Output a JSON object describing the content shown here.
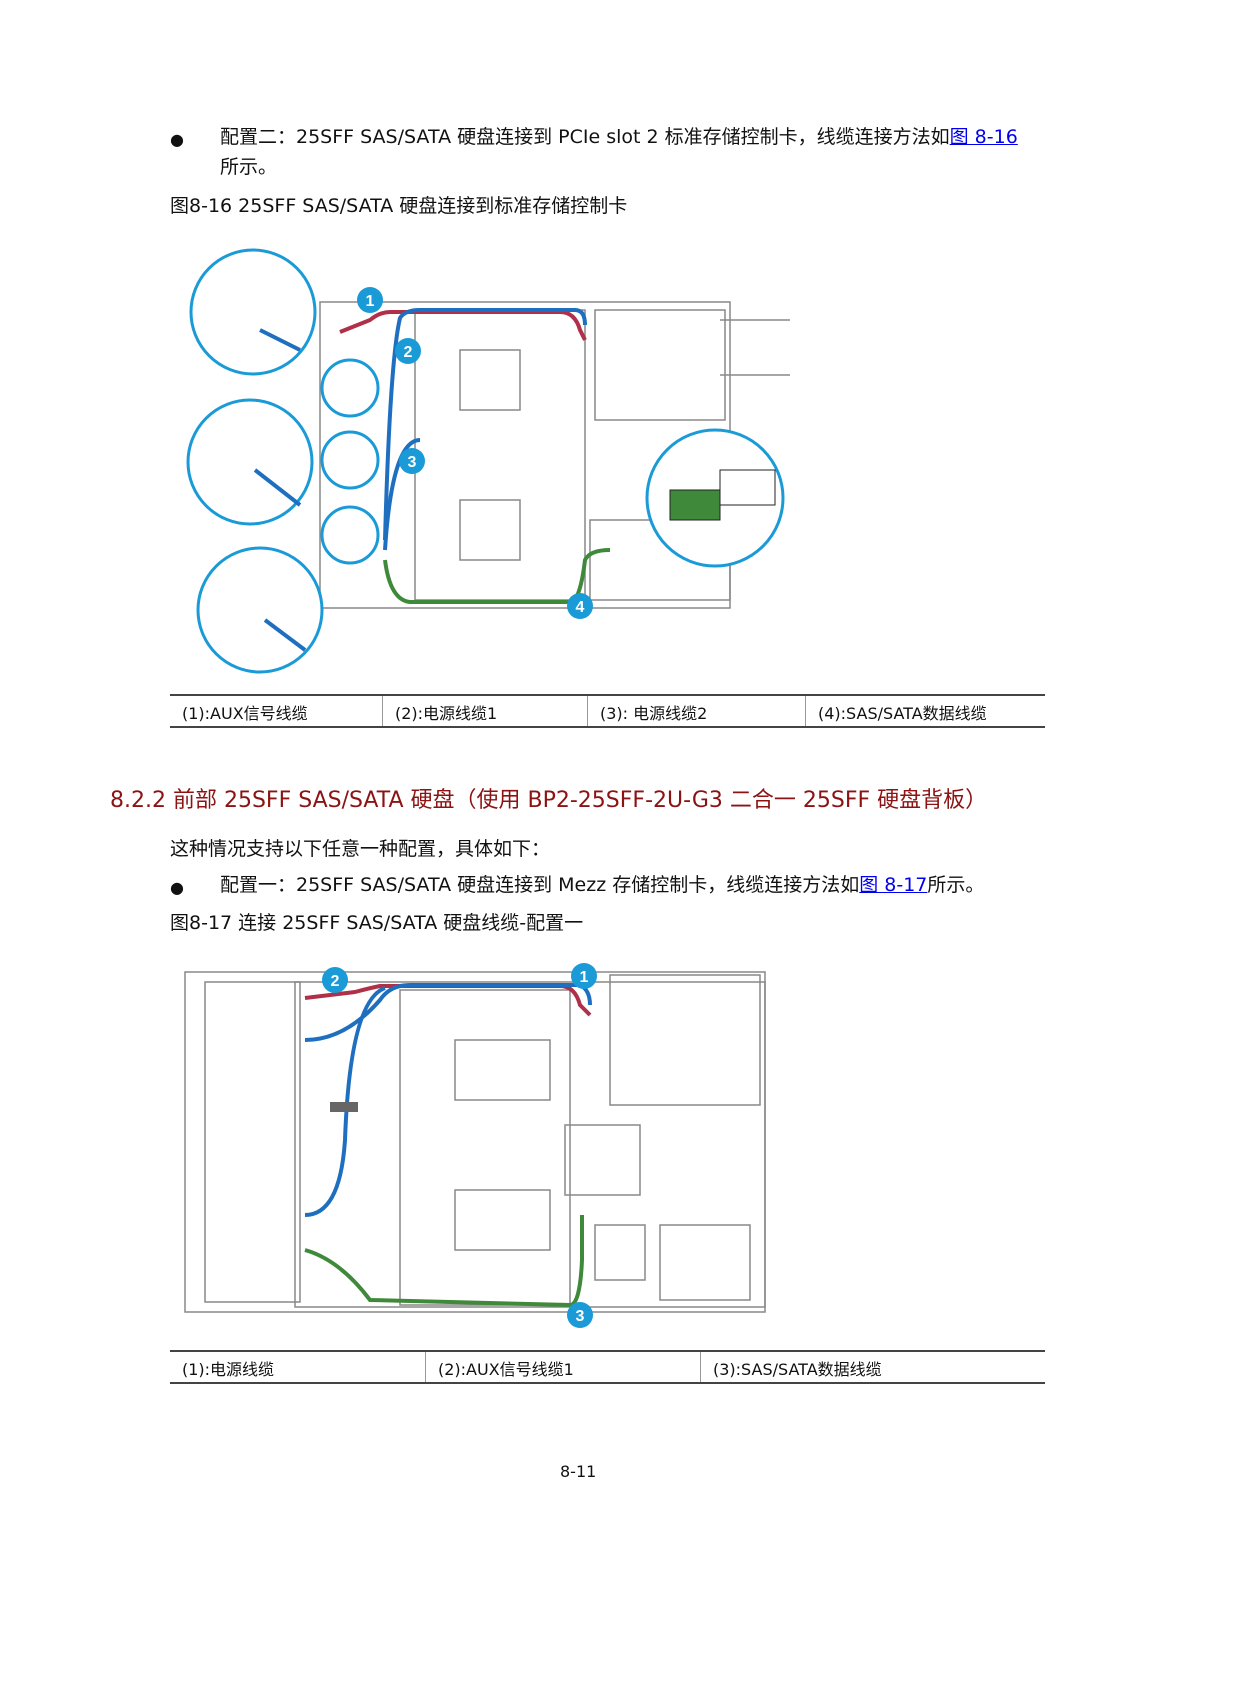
{
  "config2": {
    "bullet": "●",
    "text": "配置二：25SFF SAS/SATA 硬盘连接到 PCIe slot 2 标准存储控制卡，线缆连接方法如",
    "link": "图 8-16",
    "text_after": "所示。"
  },
  "figure16": {
    "caption": "图8-16  25SFF SAS/SATA 硬盘连接到标准存储控制卡",
    "callouts": [
      "1",
      "2",
      "3",
      "4"
    ],
    "legend": [
      "(1):AUX信号线缆",
      "(2):电源线缆1",
      "(3): 电源线缆2",
      "(4):SAS/SATA数据线缆"
    ]
  },
  "section": {
    "heading": "8.2.2  前部 25SFF SAS/SATA 硬盘（使用 BP2-25SFF-2U-G3 二合一 25SFF 硬盘背板）",
    "intro": "这种情况支持以下任意一种配置，具体如下："
  },
  "config1": {
    "bullet": "●",
    "text": "配置一：25SFF SAS/SATA 硬盘连接到 Mezz 存储控制卡，线缆连接方法如",
    "link": "图 8-17",
    "text_after": "所示。"
  },
  "figure17": {
    "caption": "图8-17  连接 25SFF SAS/SATA 硬盘线缆-配置一",
    "callouts": [
      "1",
      "2",
      "3"
    ],
    "legend": [
      "(1):电源线缆",
      "(2):AUX信号线缆1",
      "(3):SAS/SATA数据线缆"
    ]
  },
  "colors": {
    "heading": "#8b1313",
    "callout": "#1a9ad6",
    "aux_cable": "#b0304a",
    "power_cable": "#1f6fc0",
    "data_cable": "#3f8a3a",
    "link": "#0000ee"
  },
  "page_number": "8-11"
}
